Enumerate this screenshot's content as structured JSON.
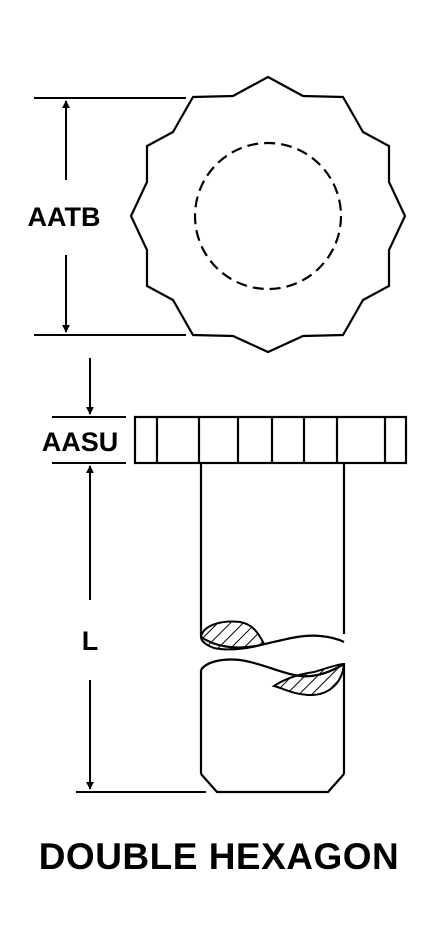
{
  "diagram": {
    "dimensions": {
      "width_across": "AATB",
      "head_height": "AASU",
      "length": "L"
    },
    "title": "DOUBLE HEXAGON",
    "colors": {
      "ink": "#000000",
      "background": "#ffffff"
    }
  }
}
